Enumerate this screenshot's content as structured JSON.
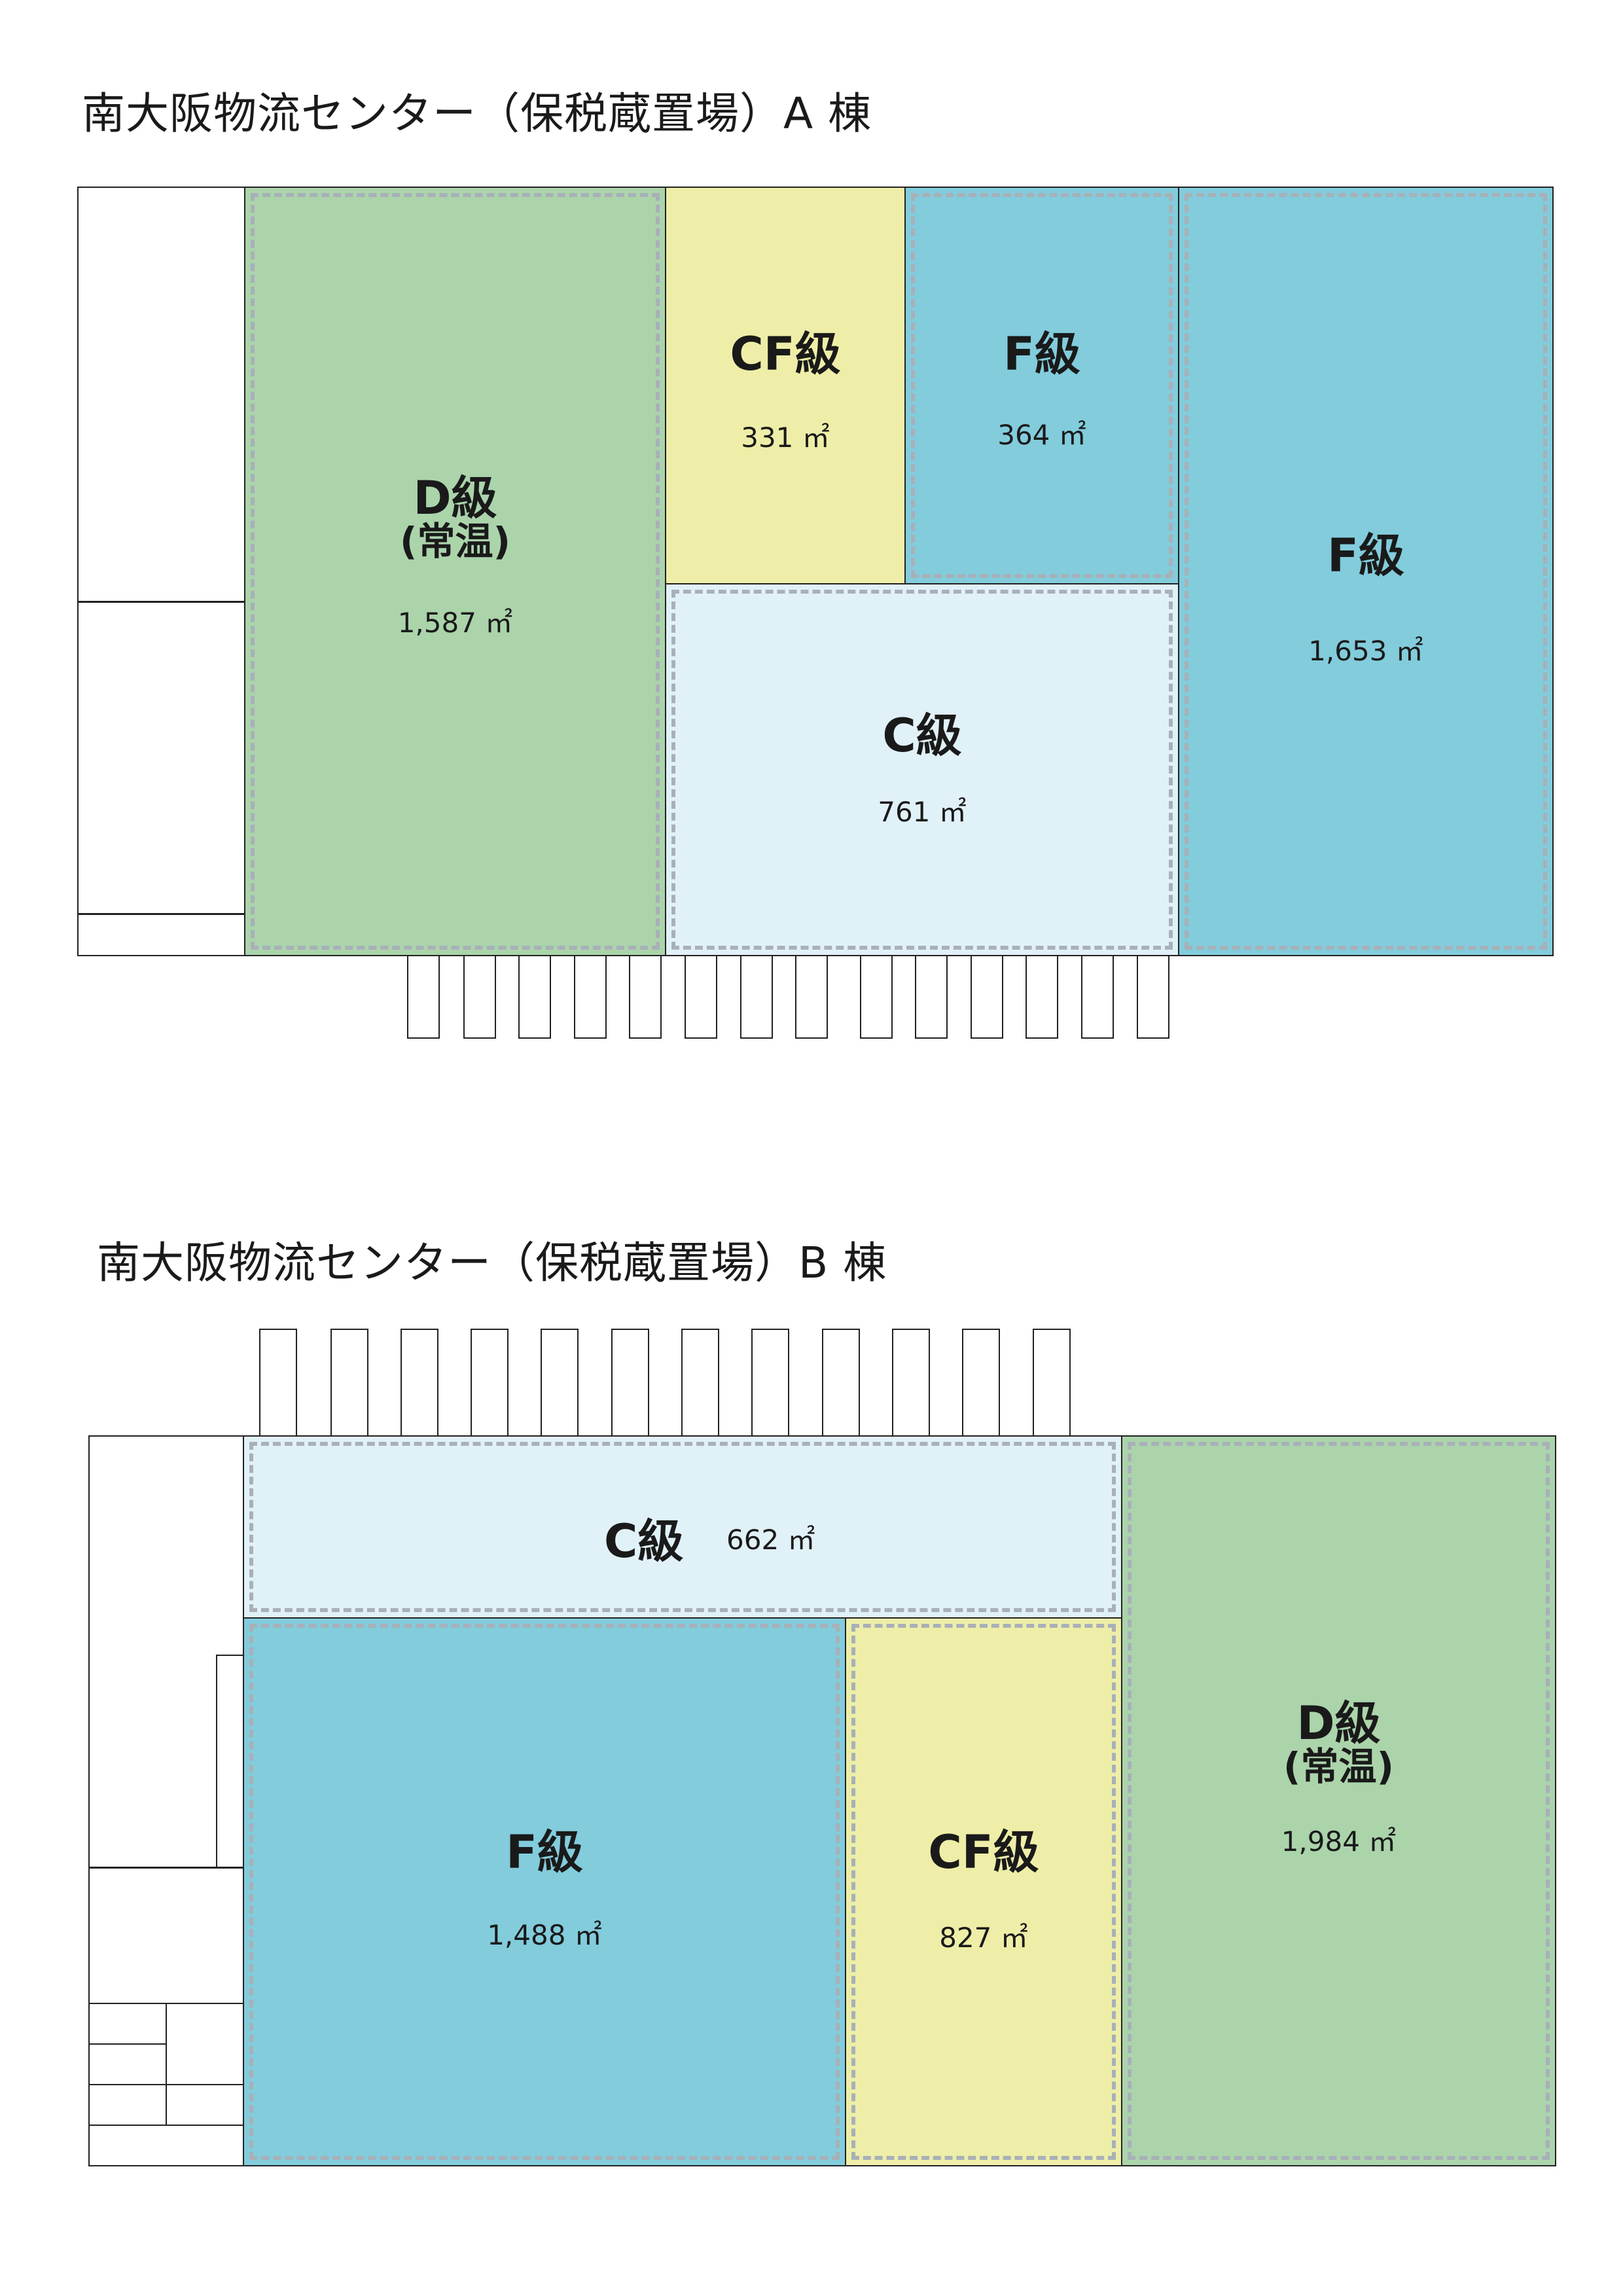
{
  "colors": {
    "d_grade": "#abd4ab",
    "cf_grade": "#eeeea8",
    "f_grade": "#82ccdc",
    "c_grade": "#e1f1f8",
    "outline": "#222222",
    "dash": "#a8b0b8"
  },
  "building_a": {
    "title": "南大阪物流センター（保税蔵置場）A 棟",
    "d": {
      "grade": "D級",
      "sub": "(常温)",
      "area": "1,587 ㎡"
    },
    "cf": {
      "grade": "CF級",
      "area": "331 ㎡"
    },
    "f_small": {
      "grade": "F級",
      "area": "364 ㎡"
    },
    "c": {
      "grade": "C級",
      "area": "761 ㎡"
    },
    "f_large": {
      "grade": "F級",
      "area": "1,653 ㎡"
    },
    "dock_count": 14
  },
  "building_b": {
    "title": "南大阪物流センター（保税蔵置場）B 棟",
    "c": {
      "grade": "C級",
      "area": "662 ㎡"
    },
    "f": {
      "grade": "F級",
      "area": "1,488 ㎡"
    },
    "cf": {
      "grade": "CF級",
      "area": "827 ㎡"
    },
    "d": {
      "grade": "D級",
      "sub": "(常温)",
      "area": "1,984 ㎡"
    },
    "dock_count": 12
  }
}
